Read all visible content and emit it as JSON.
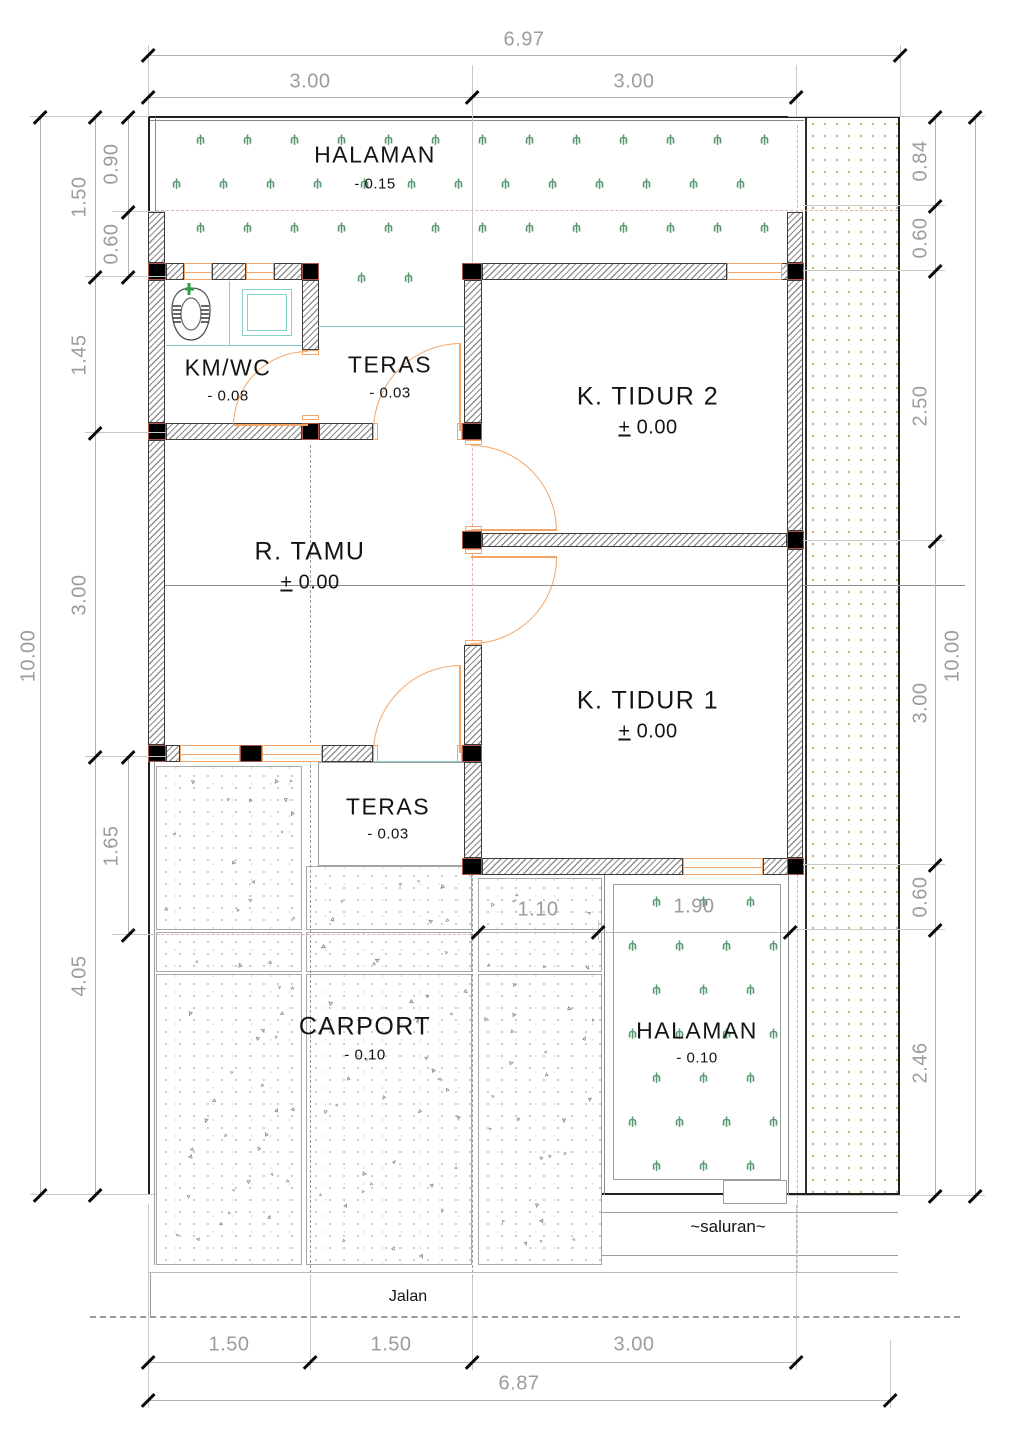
{
  "rooms": [
    {
      "name": "HALAMAN",
      "elev": "- 0.15"
    },
    {
      "name": "KM/WC",
      "elev": "- 0.08"
    },
    {
      "name": "TERAS",
      "elev": "- 0.03"
    },
    {
      "name": "K. TIDUR 2",
      "elev": "+ 0.00"
    },
    {
      "name": "R. TAMU",
      "elev": "+ 0.00"
    },
    {
      "name": "K. TIDUR 1",
      "elev": "+ 0.00"
    },
    {
      "name": "TERAS",
      "elev": "- 0.03"
    },
    {
      "name": "CARPORT",
      "elev": "- 0.10"
    },
    {
      "name": "HALAMAN",
      "elev": "- 0.10"
    }
  ],
  "annotations": {
    "saluran": "~saluran~",
    "jalan": "Jalan"
  },
  "dims": {
    "top_total": "6.97",
    "top": [
      "3.00",
      "3.00"
    ],
    "bottom": [
      "1.50",
      "1.50",
      "3.00"
    ],
    "bottom_total": "6.87",
    "left_total": "10.00",
    "left": [
      "1.50",
      "1.45",
      "3.00",
      "4.05"
    ],
    "left_inner": [
      "0.90",
      "0.60",
      "1.65"
    ],
    "right": [
      "0.84",
      "0.60",
      "2.50",
      "3.00",
      "0.60",
      "2.46"
    ],
    "right_total": "10.00",
    "mid": [
      "1.10",
      "1.90"
    ]
  },
  "symbols": {
    "grass": "ψ",
    "concrete": "▵"
  },
  "colors": {
    "wall_hatch": "#8f8f8f",
    "column": "#000000",
    "door_window": "#f3a668",
    "grass": "#57976f",
    "gravel_dots": "#c4b469",
    "dim_text": "#9c9c9c",
    "axis_pink": "#e2b3ab",
    "cyan": "#86cfc9"
  }
}
